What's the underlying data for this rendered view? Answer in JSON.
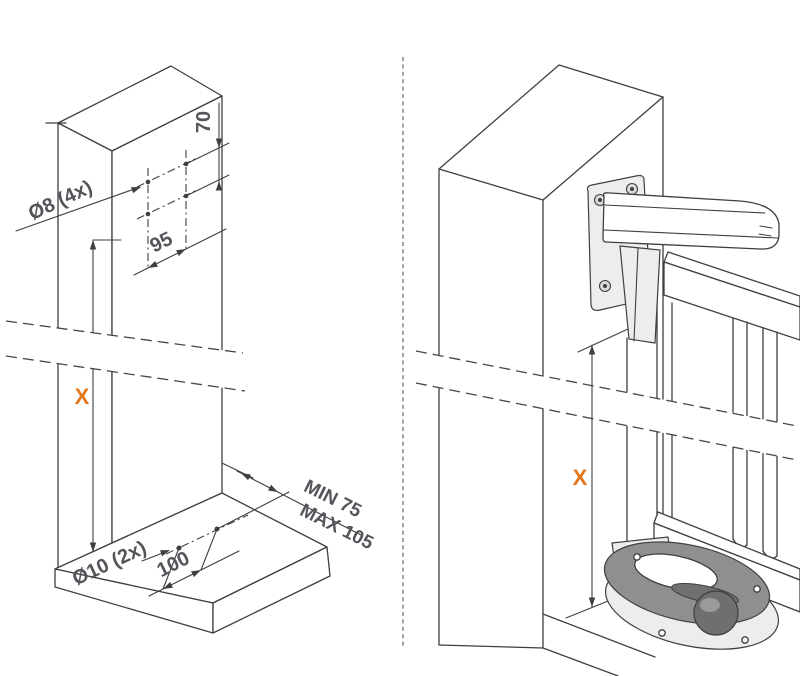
{
  "colors": {
    "line": "#3F3F42",
    "label": "#54555A",
    "accent": "#E2761B",
    "divider": "#8E8E90",
    "shade_dark": "#8F8F8F",
    "shade_light": "#EDEDED"
  },
  "left_diagram": {
    "wall_anchor_label": "Ø8 (4x)",
    "hole_top_spacing": "70",
    "hole_horizontal_spacing": "95",
    "height_reference": "X",
    "floor_anchor_label": "Ø10 (2x)",
    "floor_hole_spacing": "100",
    "post_clearance_min": "MIN 75",
    "post_clearance_max": "MAX 105"
  },
  "right_diagram": {
    "height_reference": "X"
  }
}
